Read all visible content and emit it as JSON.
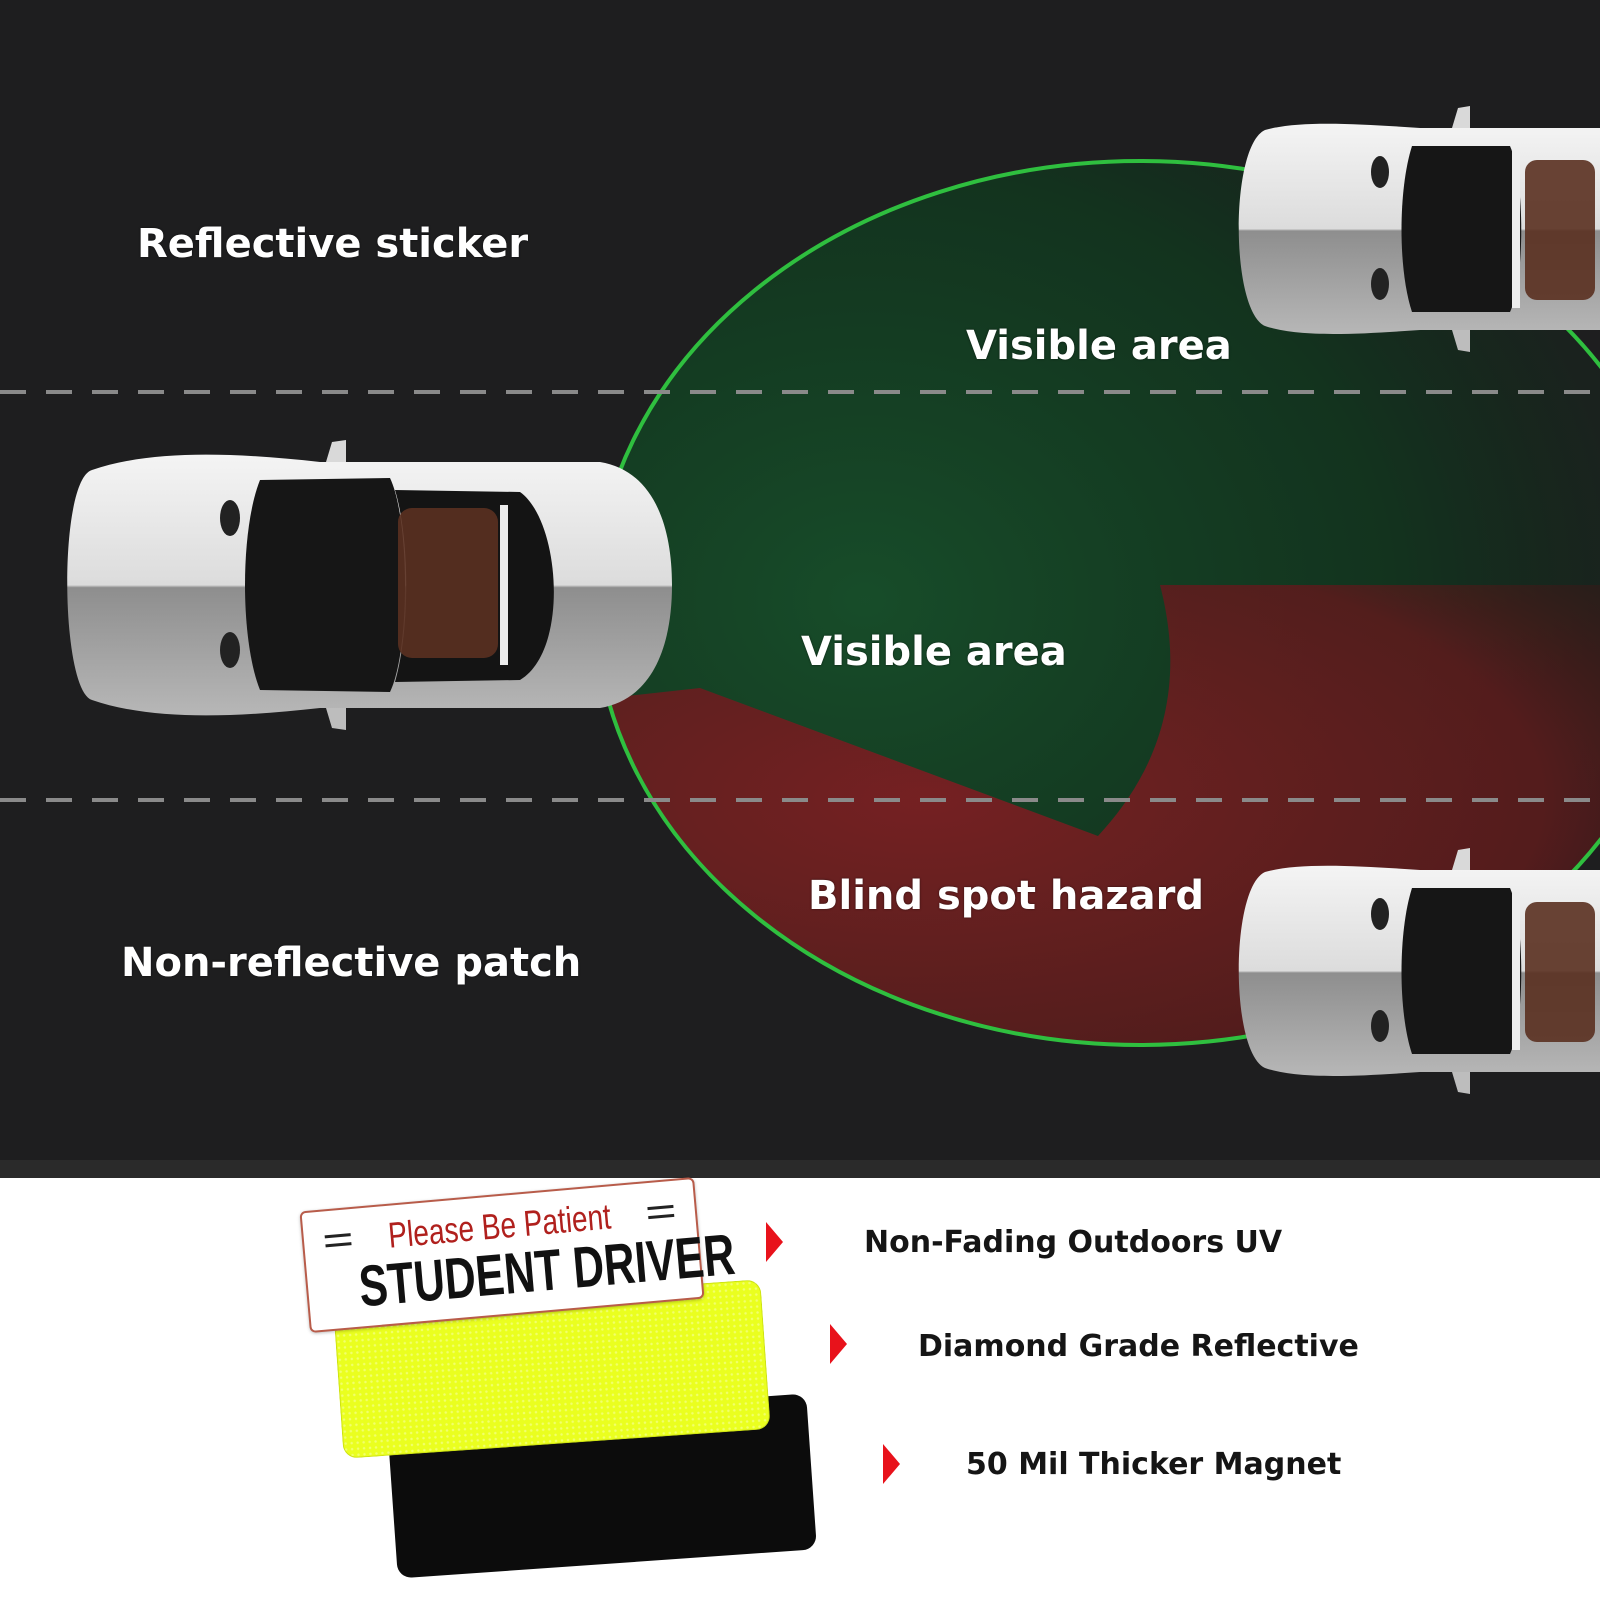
{
  "scene": {
    "labels": {
      "reflective_sticker": "Reflective sticker",
      "visible_area_top": "Visible area",
      "visible_area_mid": "Visible area",
      "blind_spot": "Blind spot hazard",
      "non_reflective": "Non-reflective patch"
    },
    "colors": {
      "road": "#1e1e1f",
      "visible_zone": "#0e3d1f",
      "blind_zone": "#6a1d20",
      "outline": "#2fbf3f",
      "lane_marking": "#8a8a8a"
    }
  },
  "product": {
    "sign": {
      "top_line": "Please Be Patient",
      "main_line": "STUDENT DRIVER"
    },
    "features": [
      {
        "text": "Non-Fading Outdoors UV",
        "icon": "red-arrow-icon"
      },
      {
        "text": "Diamond Grade Reflective",
        "icon": "red-arrow-icon"
      },
      {
        "text": "50 Mil Thicker Magnet",
        "icon": "red-arrow-icon"
      }
    ],
    "colors": {
      "reflective_sheet": "#eaff1f",
      "magnet_sheet": "#0c0c0c",
      "arrow": "#e8121b",
      "sign_red": "#b0201d"
    }
  }
}
